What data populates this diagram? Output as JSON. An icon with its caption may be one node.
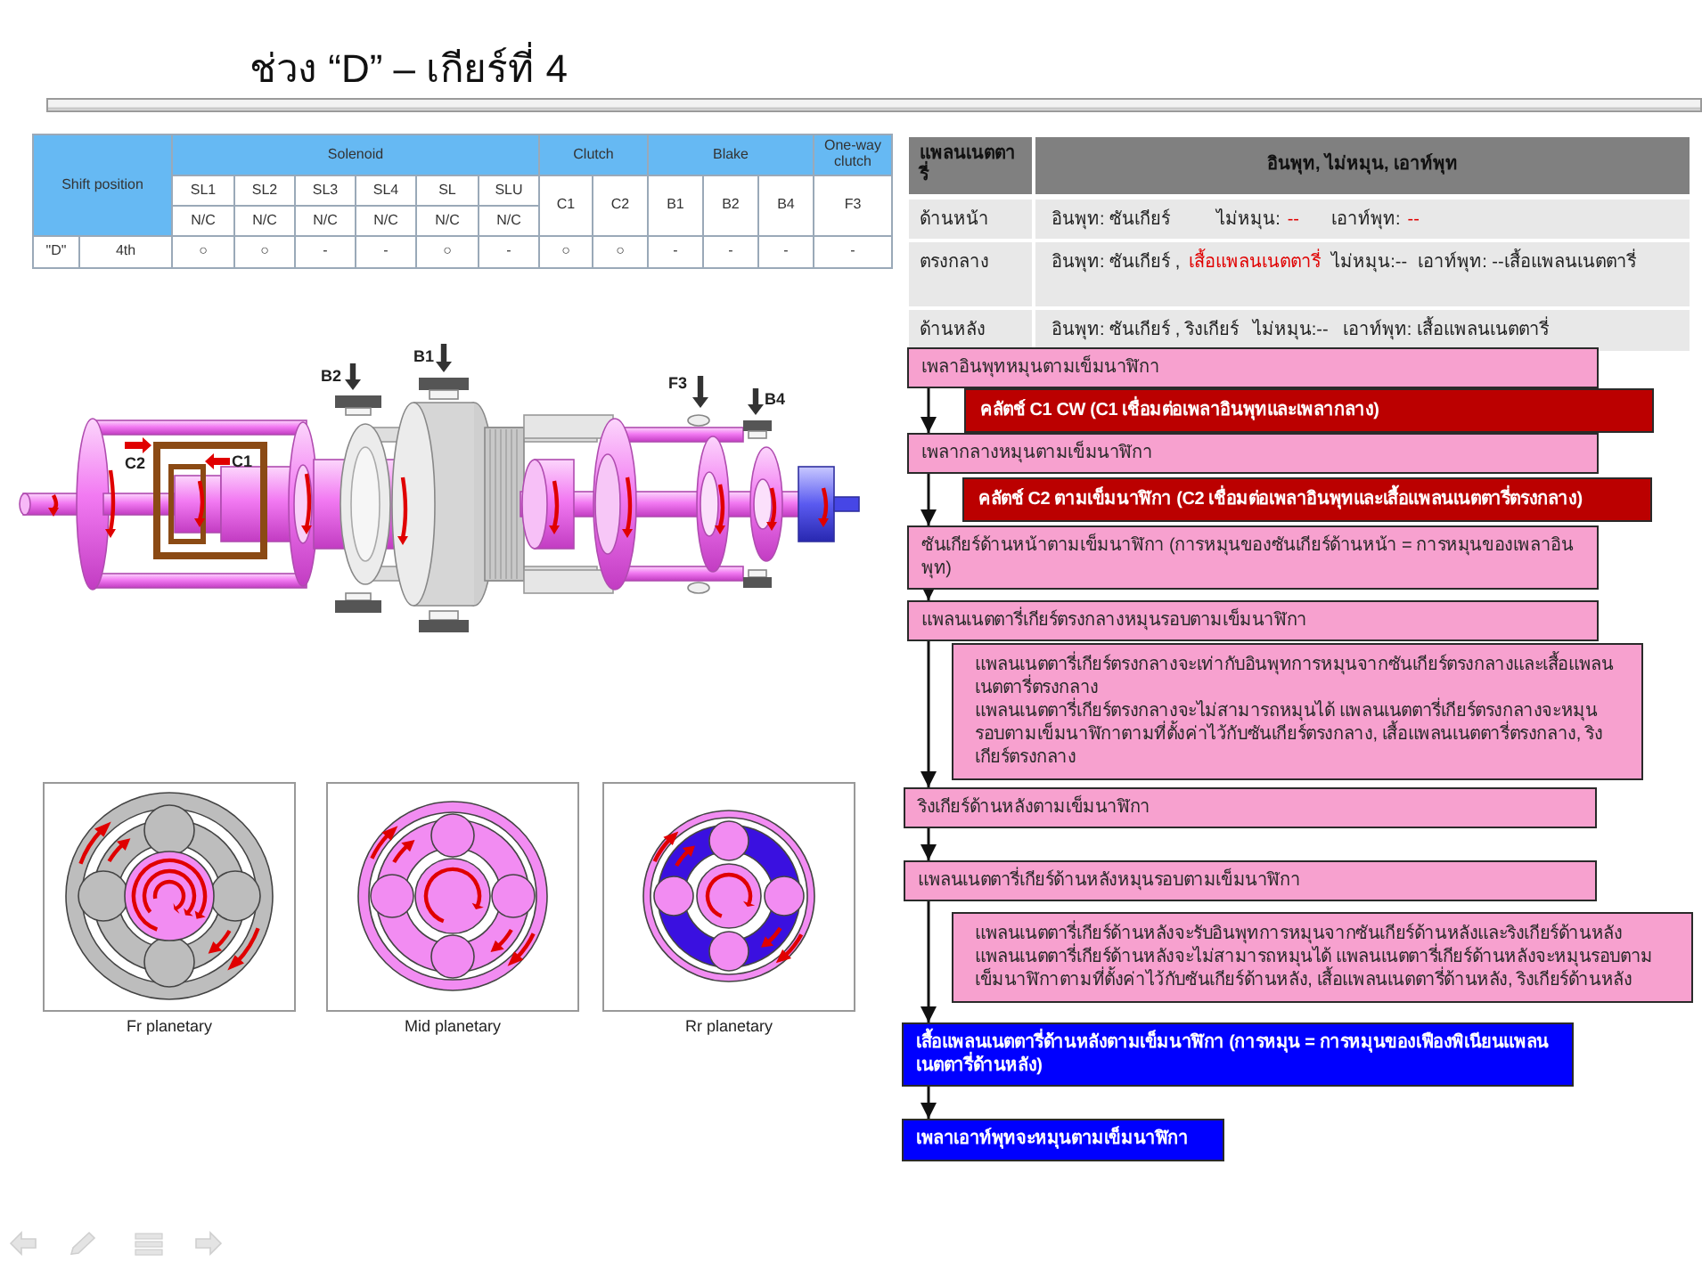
{
  "diagram": {
    "title": "ช่วง “D” – เกียร์ที่ 4",
    "nodes": [
      {
        "text": [
          "เพลาอินพุทหมุนตามเข็มนาฬิกา"
        ]
      },
      {
        "text": [
          "คลัตช์ C1 CW (C1 เชื่อมต่อเพลาอินพุทและเพลากลาง)"
        ]
      },
      {
        "text": [
          "เพลากลางหมุนตามเข็มนาฬิกา"
        ]
      },
      {
        "text": [
          "คลัตช์ C2 ตามเข็มนาฬิกา (C2 เชื่อมต่อเพลาอินพุทและเสื้อแพลนเนตตารี่ตรงกลาง)"
        ]
      },
      {
        "text": [
          "ซันเกียร์ด้านหน้าตามเข็มนาฬิกา (การหมุนของซันเกียร์ด้านหน้า = การหมุนของเพลาอินพุท)"
        ]
      },
      {
        "text": [
          "แพลนเนตตารี่เกียร์ตรงกลางหมุนรอบตามเข็มนาฬิกา"
        ]
      },
      {
        "text": [
          "แพลนเนตตารี่เกียร์ตรงกลางจะเท่ากับอินพุทการหมุนจากซันเกียร์ตรงกลางและเสื้อแพลนเนตตารี่ตรงกลาง",
          "แพลนเนตตารี่เกียร์ตรงกลางจะไม่สามารถหมุนได้ แพลนเนตตารี่เกียร์ตรงกลางจะหมุนรอบตามเข็มนาฬิกาตามที่ตั้งค่าไว้กับซันเกียร์ตรงกลาง, เสื้อแพลนเนตตารี่ตรงกลาง, ริงเกียร์ตรงกลาง"
        ]
      },
      {
        "text": [
          "ริงเกียร์ด้านหลังตามเข็มนาฬิกา"
        ]
      },
      {
        "text": [
          "แพลนเนตตารี่เกียร์ด้านหลังหมุนรอบตามเข็มนาฬิกา"
        ]
      },
      {
        "text": [
          "แพลนเนตตารี่เกียร์ด้านหลังจะรับอินพุทการหมุนจากซันเกียร์ด้านหลังและริงเกียร์ด้านหลัง",
          "แพลนเนตตารี่เกียร์ด้านหลังจะไม่สามารถหมุนได้ แพลนเนตตารี่เกียร์ด้านหลังจะหมุนรอบตามเข็มนาฬิกาตามที่ตั้งค่าไว้กับซันเกียร์ด้านหลัง, เสื้อแพลนเนตตารี่ด้านหลัง, ริงเกียร์ด้านหลัง"
        ]
      },
      {
        "text": [
          "เสื้อแพลนเนตตารี่ด้านหลังตามเข็มนาฬิกา (การหมุน = การหมุนของเฟืองพิเนียนแพลนเนตตารี่ด้านหลัง)"
        ]
      },
      {
        "text": [
          "เพลาเอาท์พุทจะหมุนตามเข็มนาฬิกา"
        ]
      }
    ],
    "edges": [
      {
        "from": 0,
        "to": 2,
        "arrow": "to"
      },
      {
        "from": 2,
        "to": 4,
        "arrow": "to"
      },
      {
        "from": 4,
        "to": 5,
        "arrow": "to"
      },
      {
        "from": 5,
        "to": 7,
        "arrow": "to"
      },
      {
        "from": 7,
        "to": 8,
        "arrow": "to"
      },
      {
        "from": 8,
        "to": 10,
        "arrow": "to"
      },
      {
        "from": 10,
        "to": 11,
        "arrow": "to"
      }
    ],
    "labels": [
      "Shift position",
      "Solenoid",
      "Clutch",
      "Blake",
      "One-way clutch",
      "SL1",
      "SL2",
      "SL3",
      "SL4",
      "SL",
      "SLU",
      "C1",
      "C2",
      "B1",
      "B2",
      "B4",
      "F3",
      "N/C",
      "N/C",
      "N/C",
      "N/C",
      "N/C",
      "N/C",
      "\"D\"",
      "4th",
      "○",
      "○",
      "-",
      "-",
      "○",
      "-",
      "○",
      "○",
      "-",
      "-",
      "-",
      "-",
      "แพลนเนตตารี่",
      "อินพุท, ไม่หมุน, เอาท์พุท",
      "ด้านหน้า",
      "อินพุท: ซันเกียร์",
      "ไม่หมุน:",
      "--",
      "เอาท์พุท:",
      "--",
      "ตรงกลาง",
      "อินพุท: ซันเกียร์ ,",
      "เสื้อแพลนเนตตารี่",
      "ไม่หมุน:--",
      "เอาท์พุท: --เสื้อแพลนเนตตารี่",
      "ด้านหลัง",
      "อินพุท: ซันเกียร์ , ริงเกียร์",
      "ไม่หมุน:--",
      "เอาท์พุท: เสื้อแพลนเนตตารี่",
      "B1",
      "B2",
      "F3",
      "B4",
      "C2",
      "C1",
      "Fr planetary",
      "Mid planetary",
      "Rr planetary"
    ]
  }
}
